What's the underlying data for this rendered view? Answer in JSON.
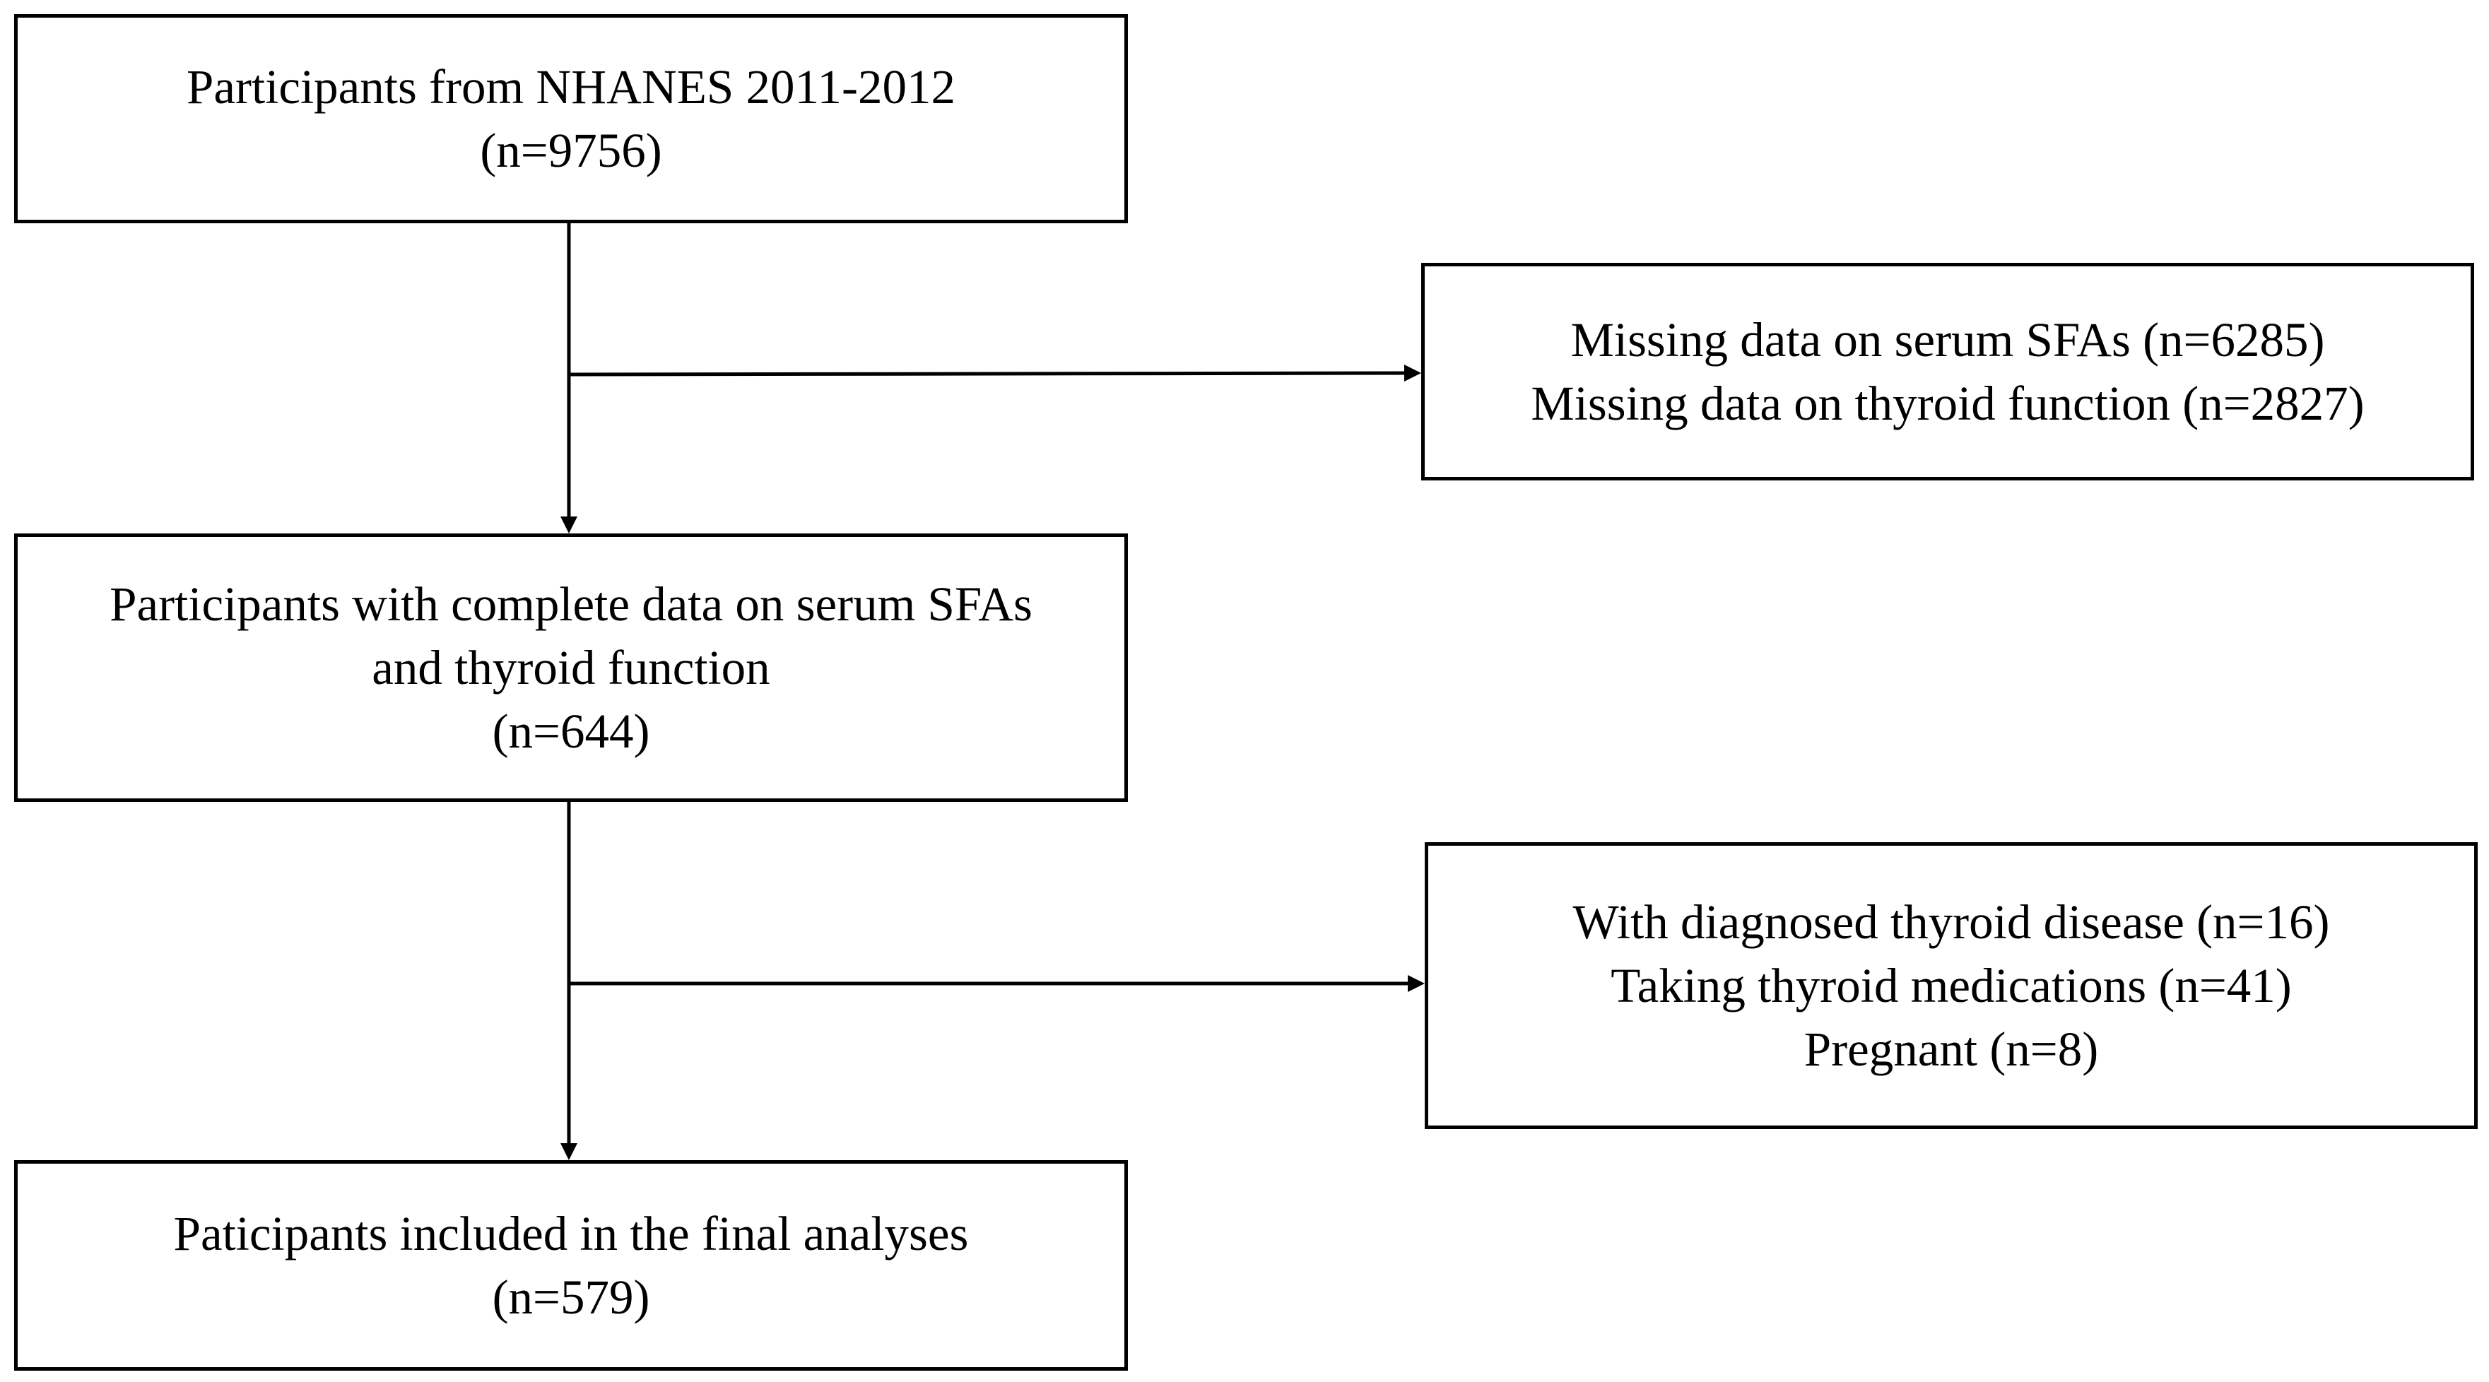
{
  "flowchart": {
    "start": {
      "lines": [
        "Participants from NHANES 2011-2012",
        "(n=9756)"
      ]
    },
    "exclusion_1": {
      "lines": [
        "Missing data on serum SFAs (n=6285)",
        "Missing data on thyroid function (n=2827)"
      ]
    },
    "complete_data": {
      "lines": [
        "Participants with complete data on serum SFAs",
        "and thyroid function",
        "(n=644)"
      ]
    },
    "exclusion_2": {
      "lines": [
        "With diagnosed thyroid disease (n=16)",
        "Taking thyroid medications (n=41)",
        "Pregnant (n=8)"
      ]
    },
    "final": {
      "lines": [
        "Paticipants included in the final analyses",
        "(n=579)"
      ]
    }
  },
  "colors": {
    "stroke": "#000000",
    "background": "#ffffff"
  }
}
